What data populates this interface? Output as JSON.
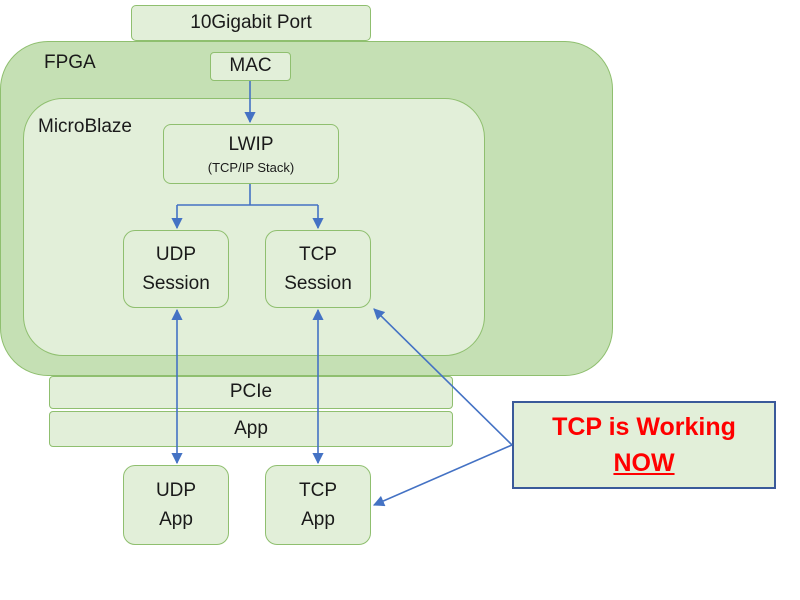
{
  "diagram": {
    "port": "10Gigabit Port",
    "fpga": "FPGA",
    "mac": "MAC",
    "microblaze": "MicroBlaze",
    "lwip": {
      "title": "LWIP",
      "subtitle": "(TCP/IP Stack)"
    },
    "udp_session": {
      "line1": "UDP",
      "line2": "Session"
    },
    "tcp_session": {
      "line1": "TCP",
      "line2": "Session"
    },
    "pcie": "PCIe",
    "app": "App",
    "udp_app": {
      "line1": "UDP",
      "line2": "App"
    },
    "tcp_app": {
      "line1": "TCP",
      "line2": "App"
    },
    "callout": {
      "line1": "TCP is Working",
      "line2": "NOW"
    },
    "colors": {
      "fpga_fill": "#c5e0b4",
      "box_fill": "#e2efd9",
      "box_border": "#8fbf6f",
      "arrow": "#4472c4",
      "callout_text": "#ff0000",
      "callout_border": "#3a5a9a"
    }
  }
}
